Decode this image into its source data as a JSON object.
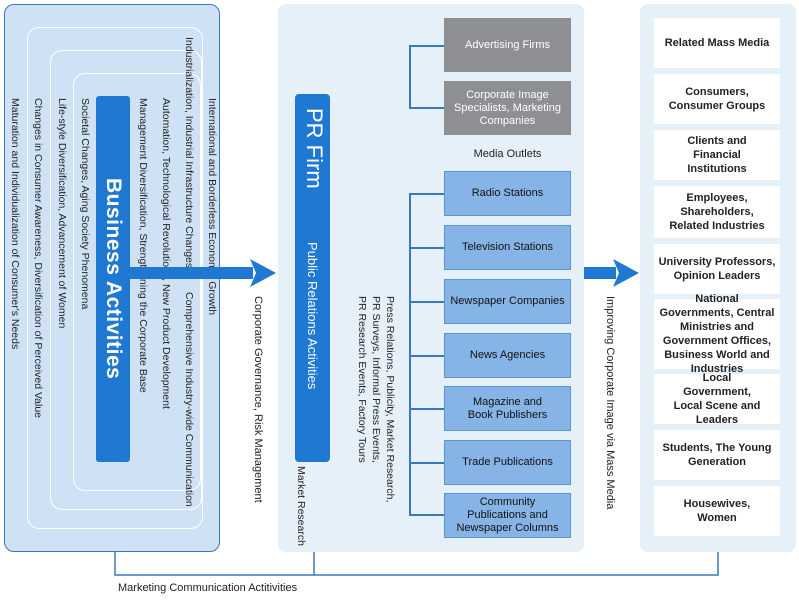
{
  "business": {
    "title": "Business Activities",
    "trends": [
      "International and Borderless Economic Growth",
      "Industrialization, Industrial Infrastructure Changes",
      "Comprehensive Industry-wide Communication",
      "Automation, Technological Revolutions, New Product Development",
      "Management Diversification, Strengthening the Corporate Base",
      "Societal Changes, Aging Society Phenomena",
      "Life-style Diversification, Advancement of Women",
      "Changes in Consumer Awareness, Diversification of Perceived Value",
      "Maturation and Individualization of Consumer's Needs"
    ],
    "governance_label": "Corporate Governance, Risk Management"
  },
  "pr_firm": {
    "title": "PR Firm",
    "subtitle": "Public Relations Activities",
    "activities": [
      "Press Relations, Publicity, Market Research,",
      "PR Surveys, Informal Press Events,",
      "PR Research Events, Factory Tours"
    ],
    "market_research_label": "Market Research",
    "partners": [
      "Advertising Firms",
      "Corporate Image Specialists, Marketing Companies"
    ],
    "media_outlets_label": "Media Outlets",
    "media": [
      "Radio Stations",
      "Television Stations",
      "Newspaper Companies",
      "News Agencies",
      "Magazine and Book Publishers",
      "Trade Publications",
      "Community Publications and Newspaper Columns"
    ],
    "image_label": "Improving Corporate Image via Mass Media"
  },
  "audiences": [
    "Related Mass Media",
    "Consumers, Consumer Groups",
    "Clients and Financial Institutions",
    "Employees, Shareholders, Related Industries",
    "University Professors, Opinion Leaders",
    "National Governments, Central Ministries and Government Offices, Business World and Industries",
    "Local Government, Local Scene and Leaders",
    "Students, The Young Generation",
    "Housewives, Women"
  ],
  "footer_label": "Marketing Communication Actitivities",
  "colors": {
    "accent": "#1f78d1",
    "media_box": "#87b4e6",
    "partner_box": "#8d8f92",
    "panel": "#e6f0f9",
    "business_panel": "#cfe2f5"
  }
}
